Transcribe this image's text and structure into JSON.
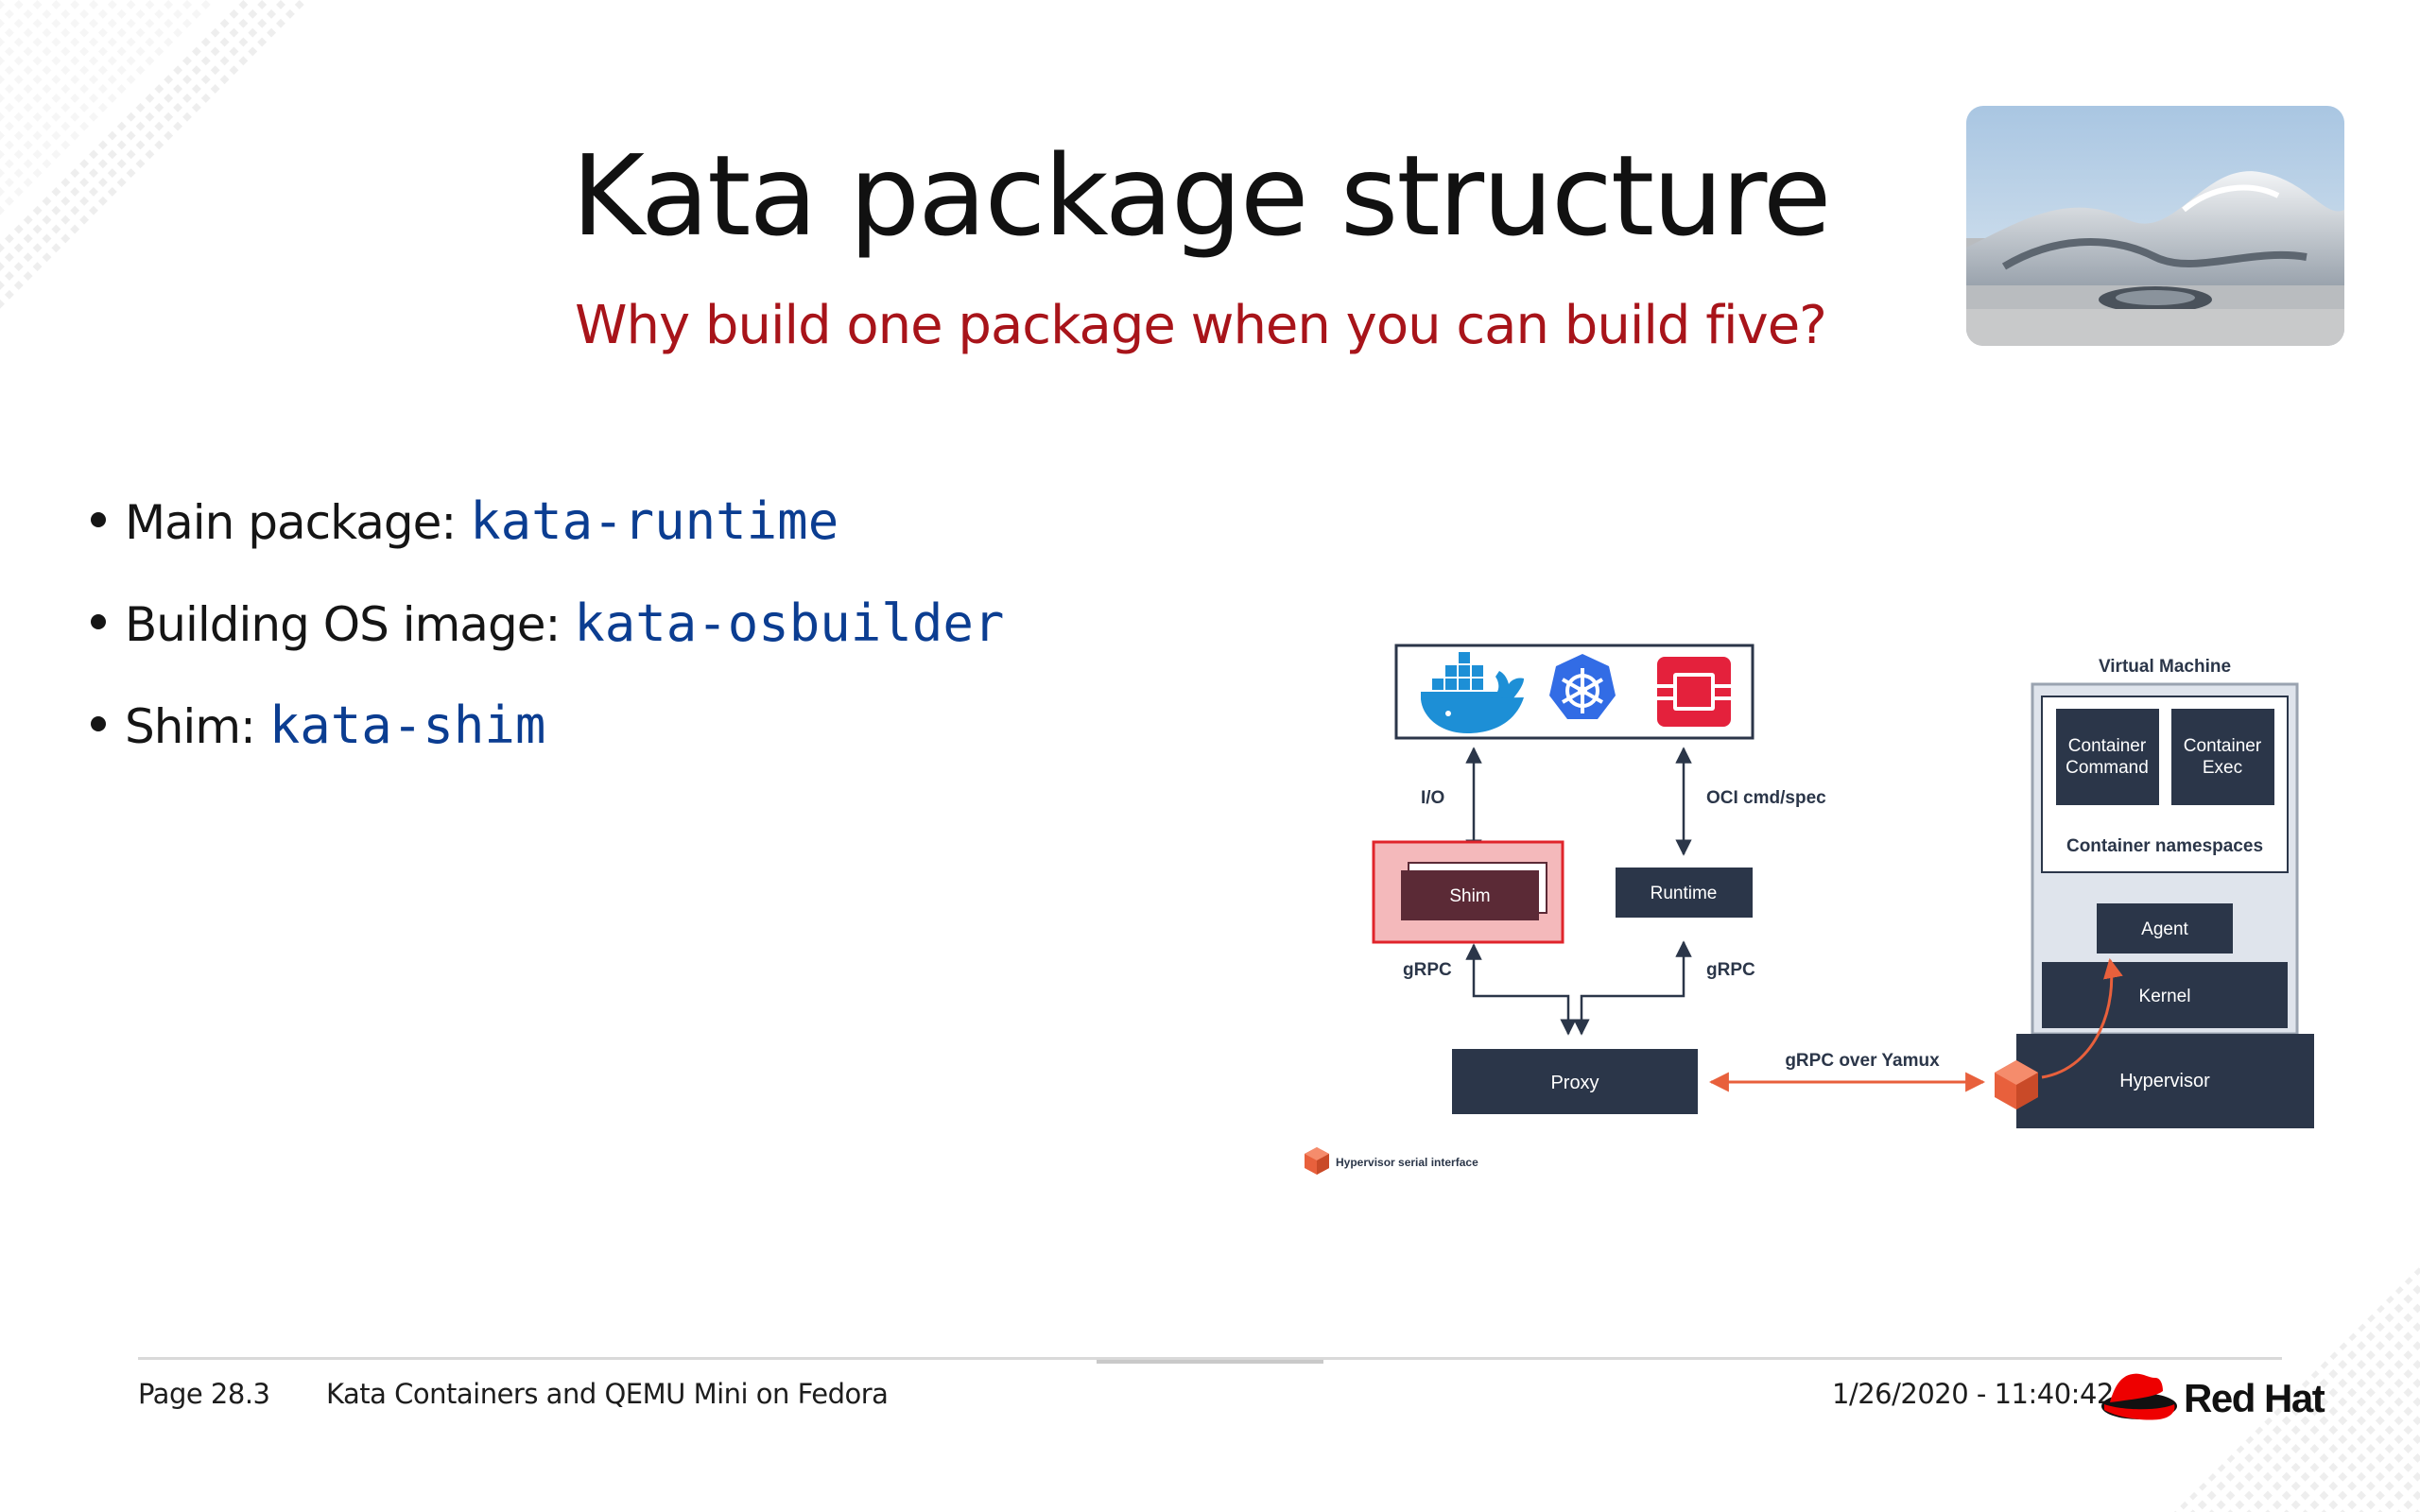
{
  "slide": {
    "title": "Kata package structure",
    "subtitle": "Why build one package when you can build five?",
    "bullets": [
      {
        "label": "Main package: ",
        "code": "kata-runtime"
      },
      {
        "label": "Building OS image: ",
        "code": "kata-osbuilder"
      },
      {
        "label": "Shim: ",
        "code": "kata-shim"
      }
    ]
  },
  "diagram": {
    "io_label": "I/O",
    "oci_label": "OCI cmd/spec",
    "shim": "Shim",
    "runtime": "Runtime",
    "grpc_left": "gRPC",
    "grpc_right": "gRPC",
    "proxy": "Proxy",
    "grpc_yamux": "gRPC over Yamux",
    "vm_title": "Virtual Machine",
    "container_command_l1": "Container",
    "container_command_l2": "Command",
    "container_exec_l1": "Container",
    "container_exec_l2": "Exec",
    "container_namespaces": "Container namespaces",
    "agent": "Agent",
    "kernel": "Kernel",
    "hypervisor": "Hypervisor",
    "legend": "Hypervisor serial interface",
    "colors": {
      "dark_box": "#2b3649",
      "shim_highlight": "#f4b9bb",
      "shim_border": "#e0242b",
      "arrow_orange": "#e8603c"
    }
  },
  "footer": {
    "page": "Page 28.3",
    "presentation": "Kata Containers and QEMU Mini on Fedora",
    "timestamp": "1/26/2020 - 11:40:42",
    "brand": "Red Hat"
  }
}
